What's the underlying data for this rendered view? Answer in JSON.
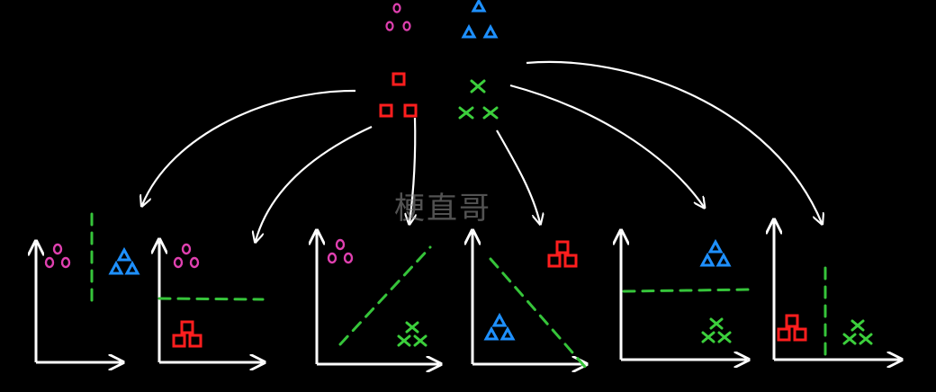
{
  "watermark": "梗直哥",
  "colors": {
    "background": "#000000",
    "class_circle": "#e040b0",
    "class_triangle": "#1e90ff",
    "class_square": "#ff1e1e",
    "class_cross": "#3ccf3c",
    "boundary": "#36c43a",
    "axes": "#ffffff",
    "arrows": "#ffffff"
  },
  "top_classes": [
    {
      "name": "circles",
      "symbol": "circle",
      "color_key": "class_circle"
    },
    {
      "name": "triangles",
      "symbol": "triangle",
      "color_key": "class_triangle"
    },
    {
      "name": "squares",
      "symbol": "square",
      "color_key": "class_square"
    },
    {
      "name": "crosses",
      "symbol": "cross",
      "color_key": "class_cross"
    }
  ],
  "panels": [
    {
      "id": 1,
      "classes": [
        "circle",
        "triangle"
      ],
      "boundary": "vertical"
    },
    {
      "id": 2,
      "classes": [
        "circle",
        "square"
      ],
      "boundary": "horizontal"
    },
    {
      "id": 3,
      "classes": [
        "circle",
        "cross"
      ],
      "boundary": "diagonal-up"
    },
    {
      "id": 4,
      "classes": [
        "triangle",
        "square"
      ],
      "boundary": "diagonal-down"
    },
    {
      "id": 5,
      "classes": [
        "triangle",
        "cross"
      ],
      "boundary": "horizontal"
    },
    {
      "id": 6,
      "classes": [
        "square",
        "cross"
      ],
      "boundary": "vertical"
    }
  ]
}
